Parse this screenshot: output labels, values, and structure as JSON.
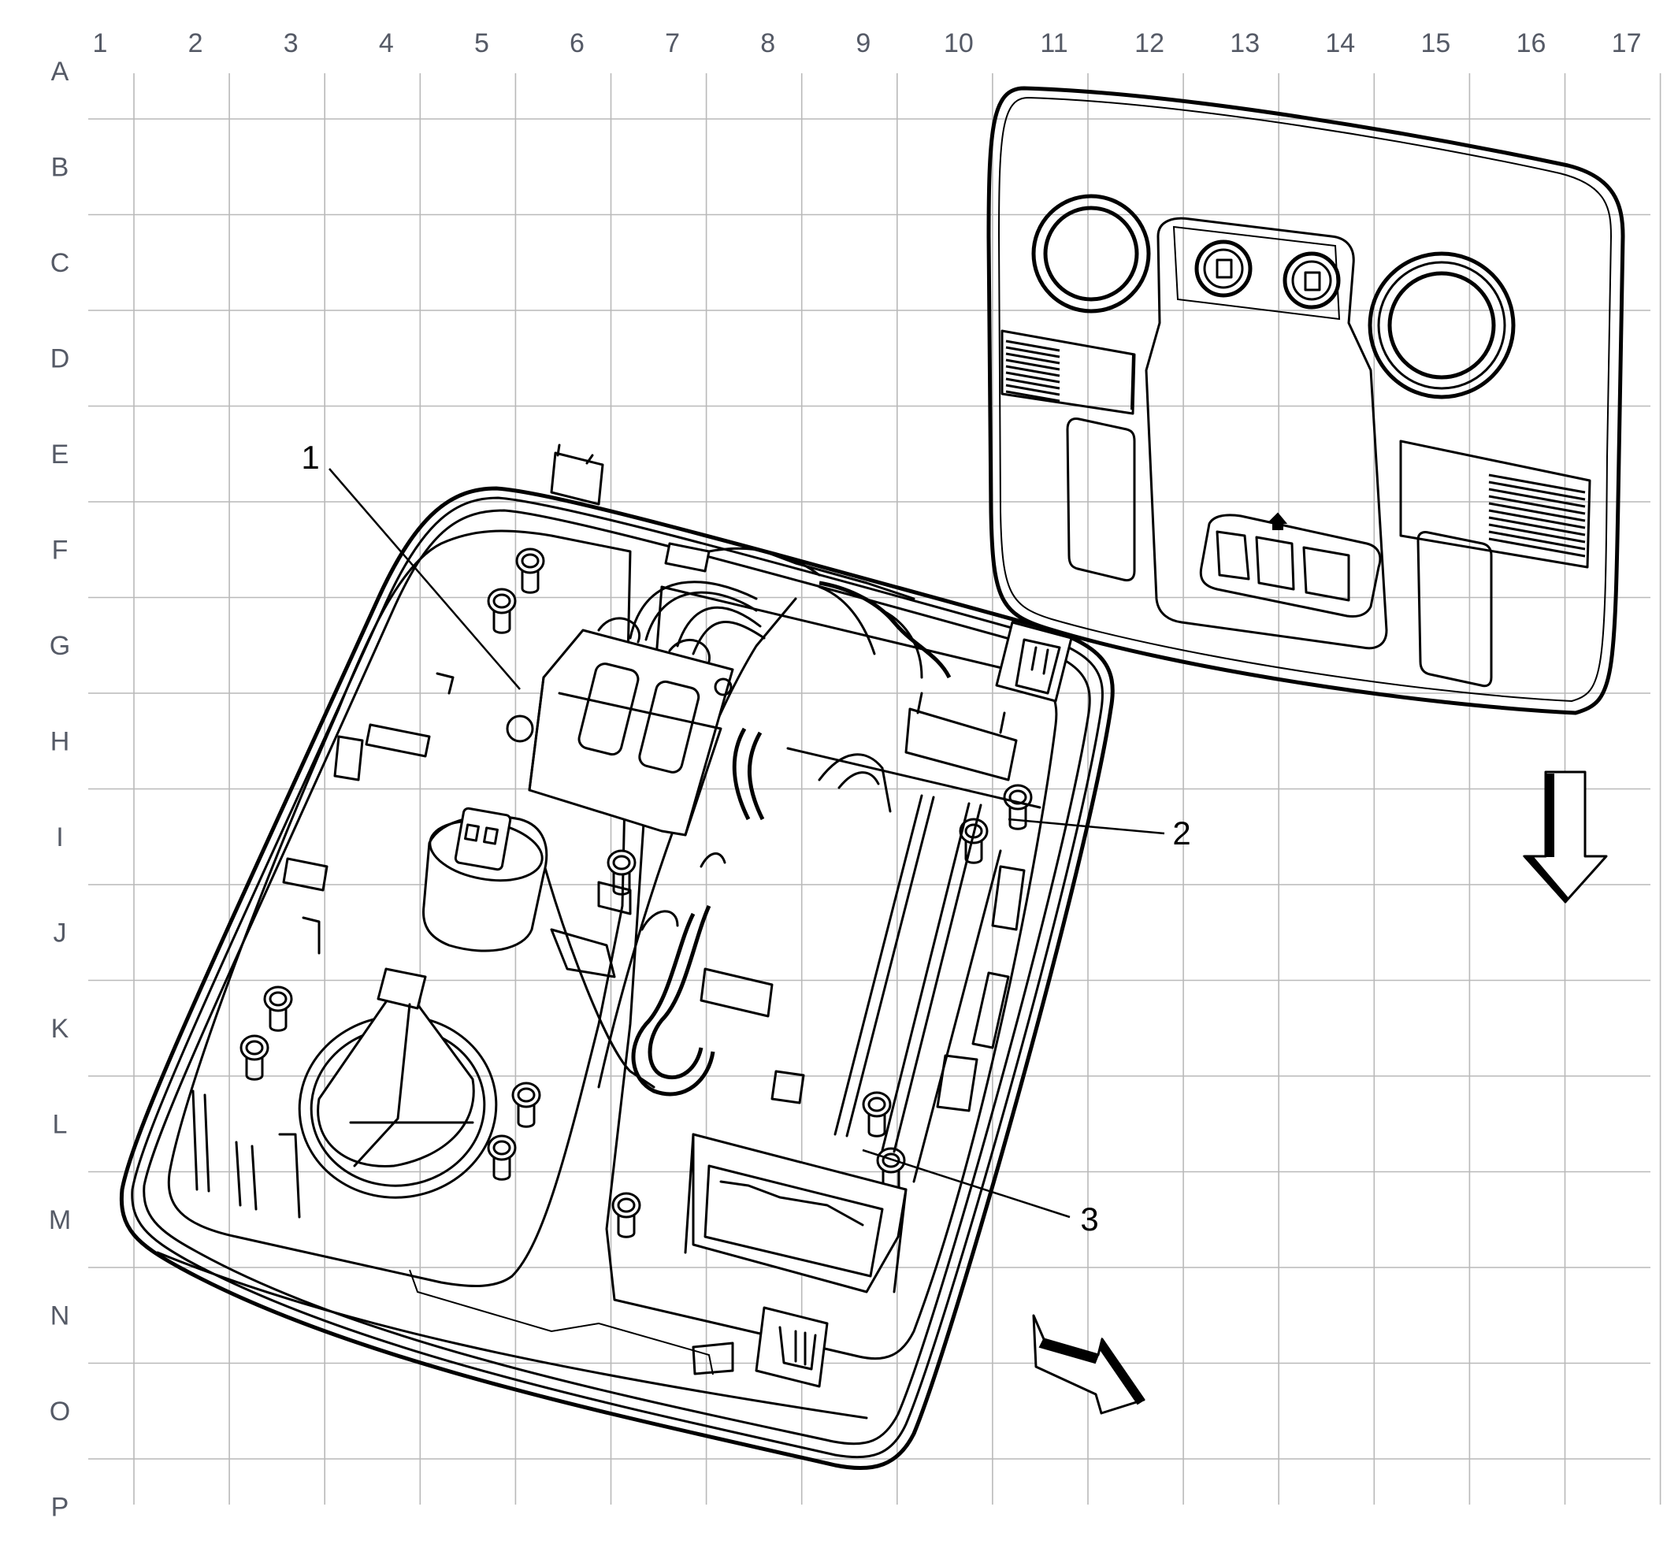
{
  "grid": {
    "columns": [
      "1",
      "2",
      "3",
      "4",
      "5",
      "6",
      "7",
      "8",
      "9",
      "10",
      "11",
      "12",
      "13",
      "14",
      "15",
      "16",
      "17"
    ],
    "rows": [
      "A",
      "B",
      "C",
      "D",
      "E",
      "F",
      "G",
      "H",
      "I",
      "J",
      "K",
      "L",
      "M",
      "N",
      "O",
      "P"
    ]
  },
  "callouts": [
    {
      "id": "1",
      "label": "1"
    },
    {
      "id": "2",
      "label": "2"
    },
    {
      "id": "3",
      "label": "3"
    }
  ],
  "icons": {
    "down_arrow": "direction-arrow-down",
    "diagonal_arrow": "direction-arrow-down-right"
  },
  "colors": {
    "line": "#000000",
    "grid": "#b9b9b9",
    "grid_label": "#555a66",
    "background": "#ffffff"
  }
}
